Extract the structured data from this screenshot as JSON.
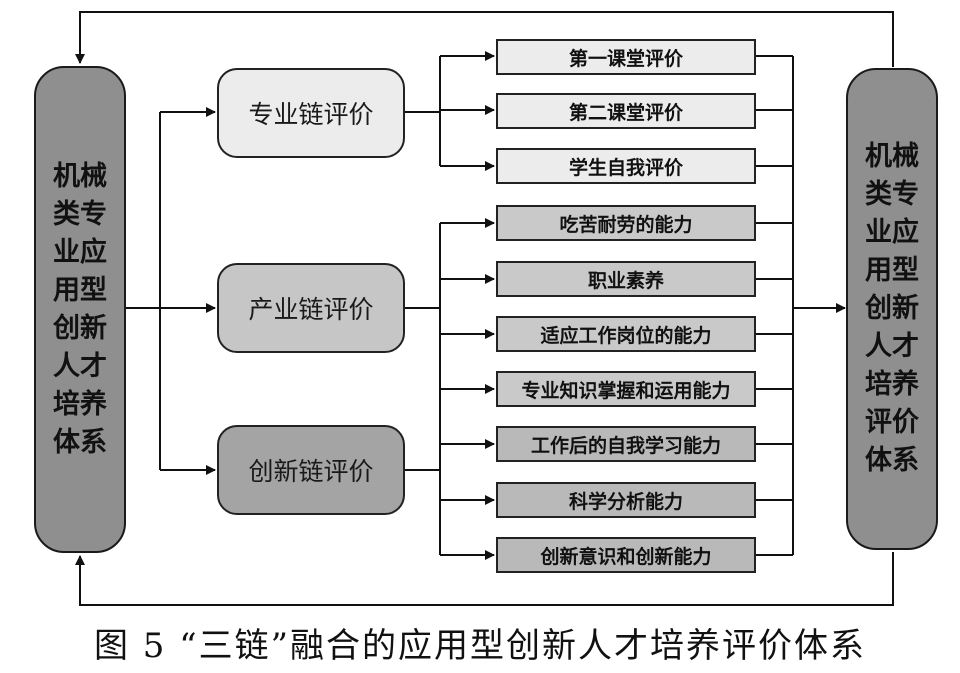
{
  "left_system": {
    "label": "机械类专业应用型创新人才培养体系"
  },
  "right_system": {
    "label": "机械类专业应用型创新人才培养评价体系"
  },
  "chains": [
    {
      "label": "专业链评价"
    },
    {
      "label": "产业链评价"
    },
    {
      "label": "创新链评价"
    }
  ],
  "items": [
    {
      "label": "第一课堂评价"
    },
    {
      "label": "第二课堂评价"
    },
    {
      "label": "学生自我评价"
    },
    {
      "label": "吃苦耐劳的能力"
    },
    {
      "label": "职业素养"
    },
    {
      "label": "适应工作岗位的能力"
    },
    {
      "label": "专业知识掌握和运用能力"
    },
    {
      "label": "工作后的自我学习能力"
    },
    {
      "label": "科学分析能力"
    },
    {
      "label": "创新意识和创新能力"
    }
  ],
  "caption": "图 5 “三链”融合的应用型创新人才培养评价体系"
}
